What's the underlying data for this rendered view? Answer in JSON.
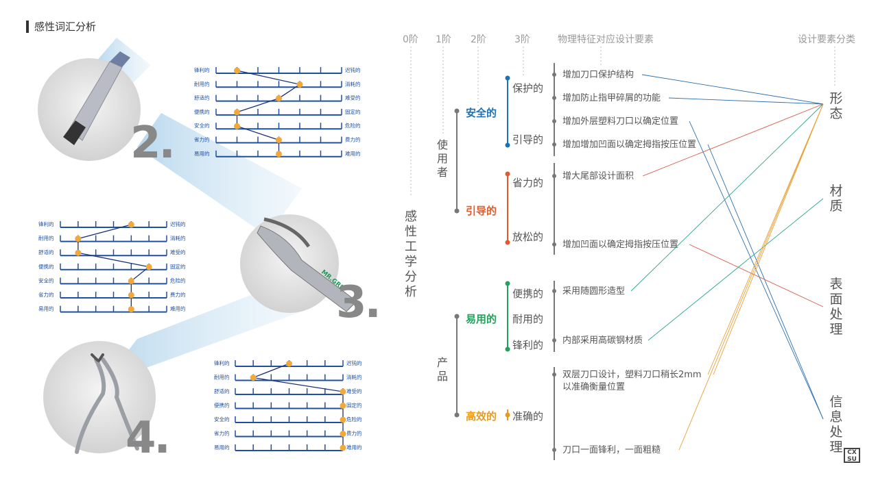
{
  "section_title": "感性词汇分析",
  "headers": {
    "order0": "0阶",
    "order1": "1阶",
    "order2": "2阶",
    "order3": "3阶",
    "physical": "物理特征对应设计要素",
    "category": "设计要素分类"
  },
  "center_label": "感性工学分析",
  "level1": [
    "使用者",
    "产品"
  ],
  "level2": [
    {
      "label": "安全的",
      "color": "#1a72b8"
    },
    {
      "label": "引导的",
      "color": "#e35a2a"
    },
    {
      "label": "易用的",
      "color": "#22a25a"
    },
    {
      "label": "高效的",
      "color": "#e89a1e"
    }
  ],
  "level3": [
    "保护的",
    "引导的",
    "省力的",
    "放松的",
    "便携的",
    "耐用的",
    "锋利的",
    "准确的"
  ],
  "features": [
    "增加刀口保护结构",
    "增加防止指甲碎屑的功能",
    "增加外层塑料刀口以确定位置",
    "增加增加凹面以确定拇指按压位置",
    "增大尾部设计面积",
    "增加凹面以确定拇指按压位置",
    "采用随圆形造型",
    "内部采用高碳钢材质",
    "双层刀口设计，塑料刀口稍长2mm",
    "以准确衡量位置",
    "刀口一面锋利，一面粗糙"
  ],
  "categories": [
    "形态",
    "材质",
    "表面处理",
    "信息处理"
  ],
  "samples": [
    "2.",
    "3.",
    "4."
  ],
  "mini_left": [
    "锋利的",
    "耐用的",
    "舒适的",
    "便携的",
    "安全的",
    "省力的",
    "易用的"
  ],
  "mini_right": [
    "迟钝的",
    "消耗的",
    "难受的",
    "固定的",
    "危险的",
    "费力的",
    "难用的"
  ],
  "mini_right_b": [
    "迟钝的",
    "消耗的",
    "难受的",
    "固定的",
    "危险的",
    "费力的",
    "难用的"
  ],
  "semantic_ratings": [
    [
      1,
      4,
      3,
      1,
      1,
      3,
      3
    ],
    [
      4,
      1,
      1,
      5,
      4,
      4,
      4
    ],
    [
      3,
      1,
      6,
      6,
      6,
      6,
      6
    ]
  ],
  "sample_brand": "MR.GRE",
  "logo": "CX SU",
  "line_colors": {
    "blue": "#2a6fb0",
    "red": "#d85a4a",
    "teal": "#2aa58a",
    "orange": "#e8a23a",
    "dot": "#f2a93b",
    "grid": "#1e4fa0"
  }
}
